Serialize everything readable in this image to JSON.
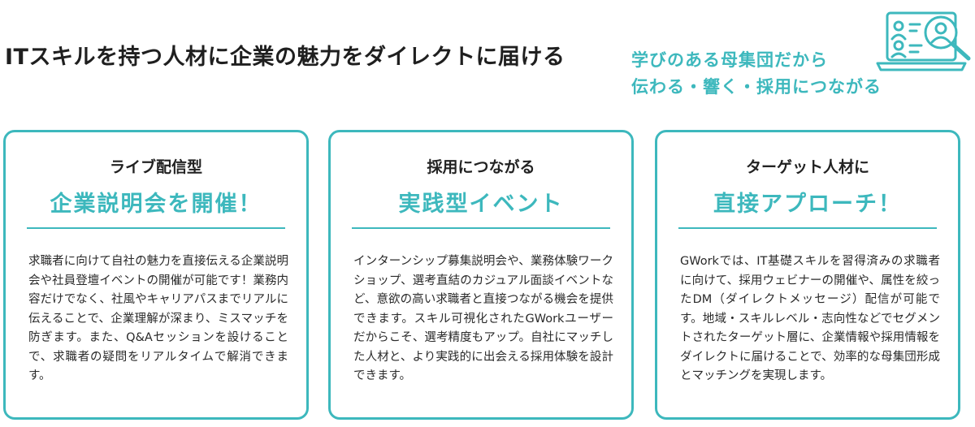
{
  "header": {
    "headline": "ITスキルを持つ人材に企業の魅力をダイレクトに届ける",
    "tagline_line1": "学びのある母集団だから",
    "tagline_line2": "伝わる・響く・採用につながる",
    "accent_color": "#3db8bd",
    "icon": "candidate-search-icon"
  },
  "cards": [
    {
      "label": "ライブ配信型",
      "headline": "企業説明会を開催！",
      "body": "求職者に向けて自社の魅力を直接伝える企業説明会や社員登壇イベントの開催が可能です！業務内容だけでなく、社風やキャリアパスまでリアルに伝えることで、企業理解が深まり、ミスマッチを防ぎます。また、Q&Aセッションを設けることで、求職者の疑問をリアルタイムで解消できます。"
    },
    {
      "label": "採用につながる",
      "headline": "実践型イベント",
      "body": "インターンシップ募集説明会や、業務体験ワークショップ、選考直結のカジュアル面談イベントなど、意欲の高い求職者と直接つながる機会を提供できます。スキル可視化されたGWorkユーザーだからこそ、選考精度もアップ。自社にマッチした人材と、より実践的に出会える採用体験を設計できます。"
    },
    {
      "label": "ターゲット人材に",
      "headline": "直接アプローチ！",
      "body": "GWorkでは、IT基礎スキルを習得済みの求職者に向けて、採用ウェビナーの開催や、属性を絞ったDM（ダイレクトメッセージ）配信が可能です。地域・スキルレベル・志向性などでセグメントされたターゲット層に、企業情報や採用情報をダイレクトに届けることで、効率的な母集団形成とマッチングを実現します。"
    }
  ]
}
